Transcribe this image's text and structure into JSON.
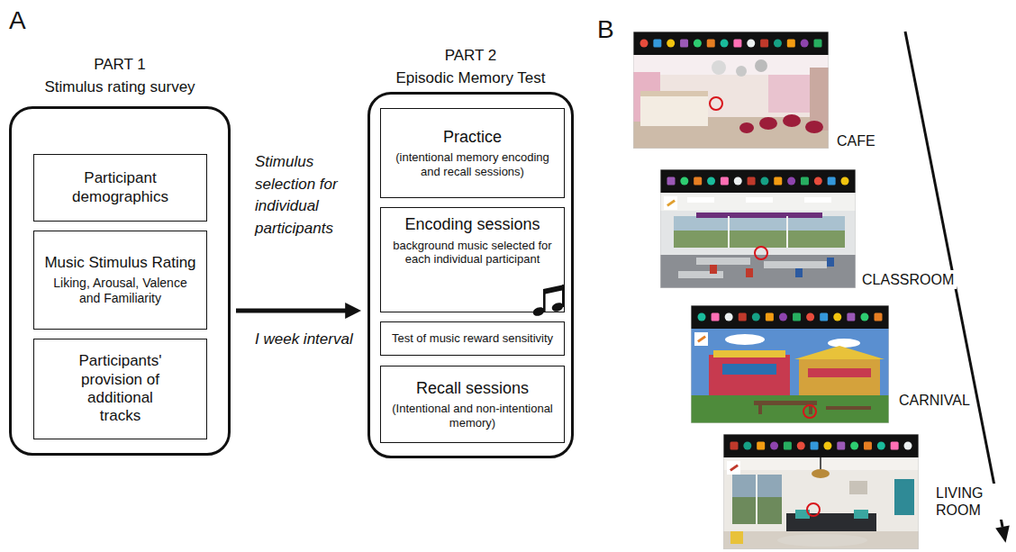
{
  "diagram": {
    "nodes": [
      {
        "text": [
          "PART 1",
          "Stimulus rating survey"
        ]
      },
      {
        "text": [
          "Participant demographics"
        ],
        "in": 0
      },
      {
        "text": [
          "Music Stimulus Rating",
          "Liking, Arousal, Valence and Familiarity"
        ],
        "in": 0
      },
      {
        "text": [
          "Participants' provision of additional tracks"
        ],
        "in": 0
      },
      {
        "text": [
          "PART 2",
          "Episodic Memory Test"
        ]
      },
      {
        "text": [
          "Practice",
          "(intentional memory encoding and recall sessions)"
        ],
        "in": 4
      },
      {
        "text": [
          "Encoding sessions",
          "background music selected for each individual participant"
        ],
        "in": 4
      },
      {
        "text": [
          "Test of music reward sensitivity"
        ],
        "in": 4
      },
      {
        "text": [
          "Recall sessions",
          "(Intentional and non-intentional memory)"
        ],
        "in": 4
      }
    ],
    "edges": [
      {
        "from": 0,
        "to": 4,
        "arrow": "to",
        "label": "Stimulus selection for individual participants"
      }
    ],
    "labels": [
      "A",
      "I week interval",
      "B",
      "CAFE",
      "CLASSROOM",
      "CARNIVAL",
      "LIVING ROOM"
    ]
  }
}
